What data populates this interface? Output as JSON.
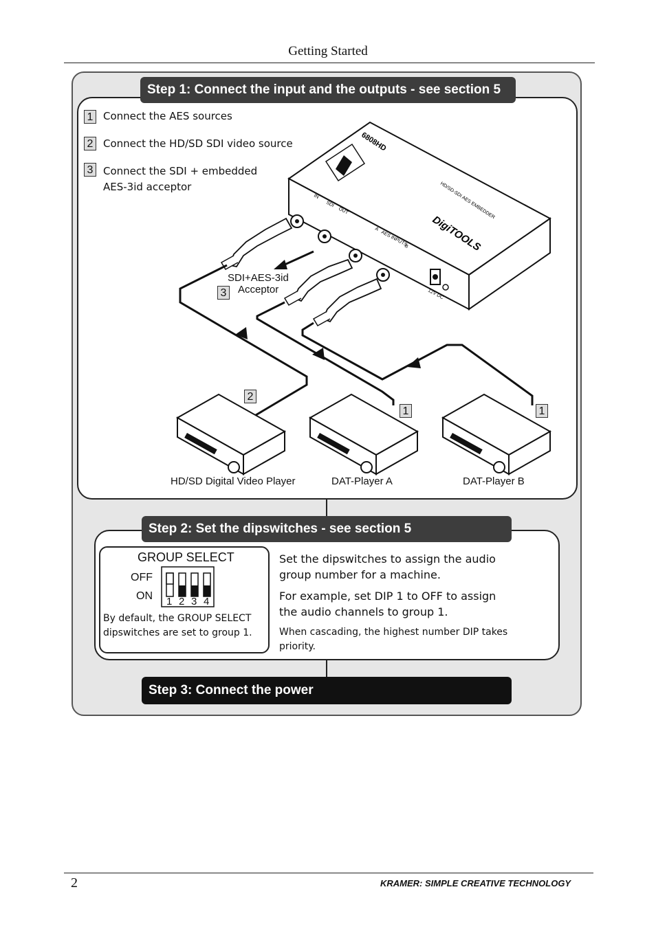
{
  "header": {
    "title": "Getting Started"
  },
  "step1": {
    "banner": "Step 1: Connect the input and the outputs - see section 5",
    "items": [
      {
        "num": "1",
        "text": "Connect the  AES sources"
      },
      {
        "num": "2",
        "text": "Connect the HD/SD SDI video source"
      },
      {
        "num": "3",
        "text": "Connect the SDI + embedded"
      }
    ],
    "item3_line2": "AES-3id acceptor",
    "acceptor_label_line1": "SDI+AES-3id",
    "acceptor_label_line2": "Acceptor",
    "acceptor_num": "3",
    "device": {
      "model": "6808HD",
      "brand": "DigiTOOLS",
      "subtitle": "HD/SD-SDI AES EMBEDDER",
      "port_in": "IN",
      "port_sdi": "SDI",
      "port_out": "OUT",
      "port_a": "A",
      "port_aes": "AES INPUTS",
      "port_b": "B",
      "power": "12V DC"
    },
    "players": [
      {
        "label": "HD/SD Digital Video Player",
        "num": "2"
      },
      {
        "label": "DAT-Player A",
        "num": "1"
      },
      {
        "label": "DAT-Player B",
        "num": "1"
      }
    ]
  },
  "step2": {
    "banner": "Step 2: Set the dipswitches  - see section 5",
    "group_select": {
      "title": "GROUP SELECT",
      "off": "OFF",
      "on": "ON",
      "dips": [
        "1",
        "2",
        "3",
        "4"
      ],
      "default_line1": "By default, the GROUP SELECT",
      "default_line2": "dipswitches are set to group 1."
    },
    "para1_line1": "Set the dipswitches to assign the audio",
    "para1_line2": "group number for a machine.",
    "para2_line1": "For example, set DIP 1 to OFF to assign",
    "para2_line2": "the audio channels to group 1.",
    "para3_line1": "When cascading, the highest number DIP takes",
    "para3_line2": "priority."
  },
  "step3": {
    "banner": "Step 3: Connect the power"
  },
  "footer": {
    "page": "2",
    "tagline": "KRAMER:  SIMPLE CREATIVE TECHNOLOGY"
  }
}
